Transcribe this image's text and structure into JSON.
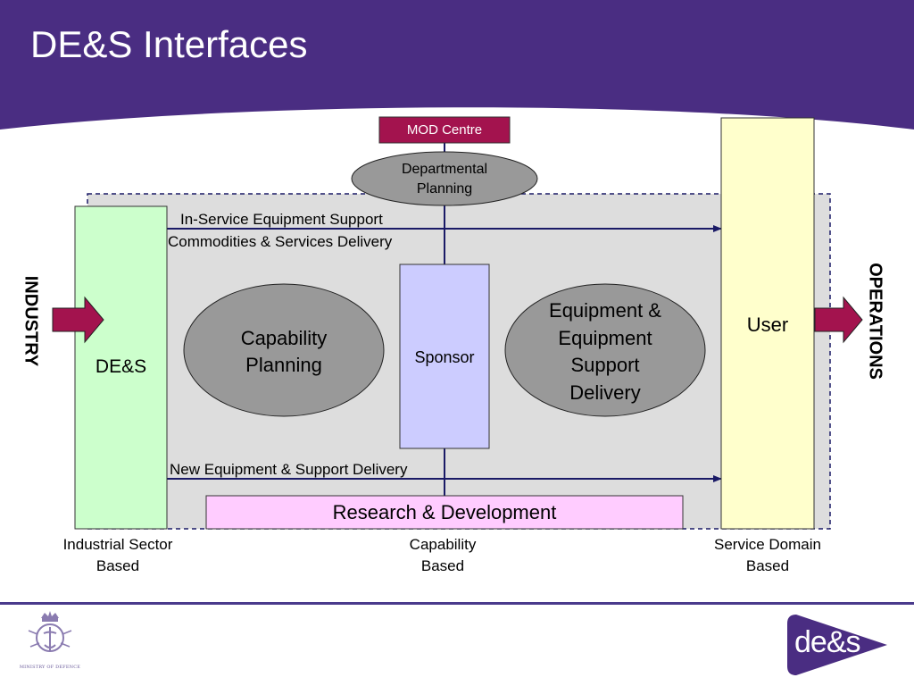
{
  "slide": {
    "title": "DE&S Interfaces"
  },
  "colors": {
    "header": "#4a2d82",
    "accent_red": "#a3134e",
    "des_green": "#ccffcc",
    "sponsor_blue": "#ccccff",
    "user_yellow": "#ffffcc",
    "rd_pink": "#ffccff",
    "ellipse_grey": "#999999",
    "zone_grey": "#dddddd",
    "line_navy": "#1a1a66"
  },
  "nodes": {
    "mod_centre": "MOD Centre",
    "departmental_planning": [
      "Departmental",
      "Planning"
    ],
    "des": "DE&S",
    "capability_planning": [
      "Capability",
      "Planning"
    ],
    "sponsor": "Sponsor",
    "equipment_support_delivery": [
      "Equipment &",
      "Equipment",
      "Support",
      "Delivery"
    ],
    "user": "User",
    "research_development": "Research & Development"
  },
  "flows": {
    "in_service_line1": "In-Service Equipment Support",
    "in_service_line2": "Commodities & Services Delivery",
    "new_equipment": "New Equipment & Support Delivery"
  },
  "sides": {
    "left": "INDUSTRY",
    "right": "OPERATIONS"
  },
  "footer_labels": {
    "left": [
      "Industrial Sector",
      "Based"
    ],
    "center": [
      "Capability",
      "Based"
    ],
    "right": [
      "Service Domain",
      "Based"
    ]
  },
  "logos": {
    "mod_text": "MINISTRY OF DEFENCE",
    "des_logo": "de&s"
  }
}
